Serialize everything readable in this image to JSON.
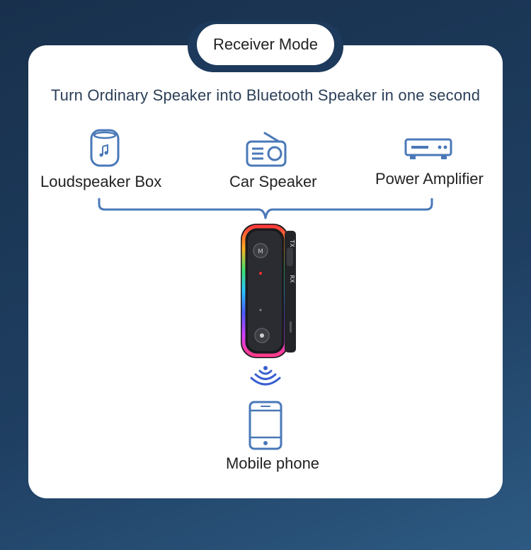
{
  "mode_title": "Receiver Mode",
  "headline": "Turn Ordinary Speaker into Bluetooth Speaker in one second",
  "outputs": [
    {
      "label": "Loudspeaker Box",
      "icon": "smart-speaker-icon"
    },
    {
      "label": "Car Speaker",
      "icon": "radio-icon"
    },
    {
      "label": "Power Amplifier",
      "icon": "amplifier-icon"
    }
  ],
  "device": {
    "label_rx": "RX",
    "label_tx": "TX",
    "icon": "bluetooth-receiver-icon"
  },
  "source": {
    "label": "Mobile phone",
    "icon": "mobile-phone-icon"
  },
  "colors": {
    "accent": "#4a78b8",
    "card": "#ffffff",
    "background": "#1d3a5c"
  }
}
